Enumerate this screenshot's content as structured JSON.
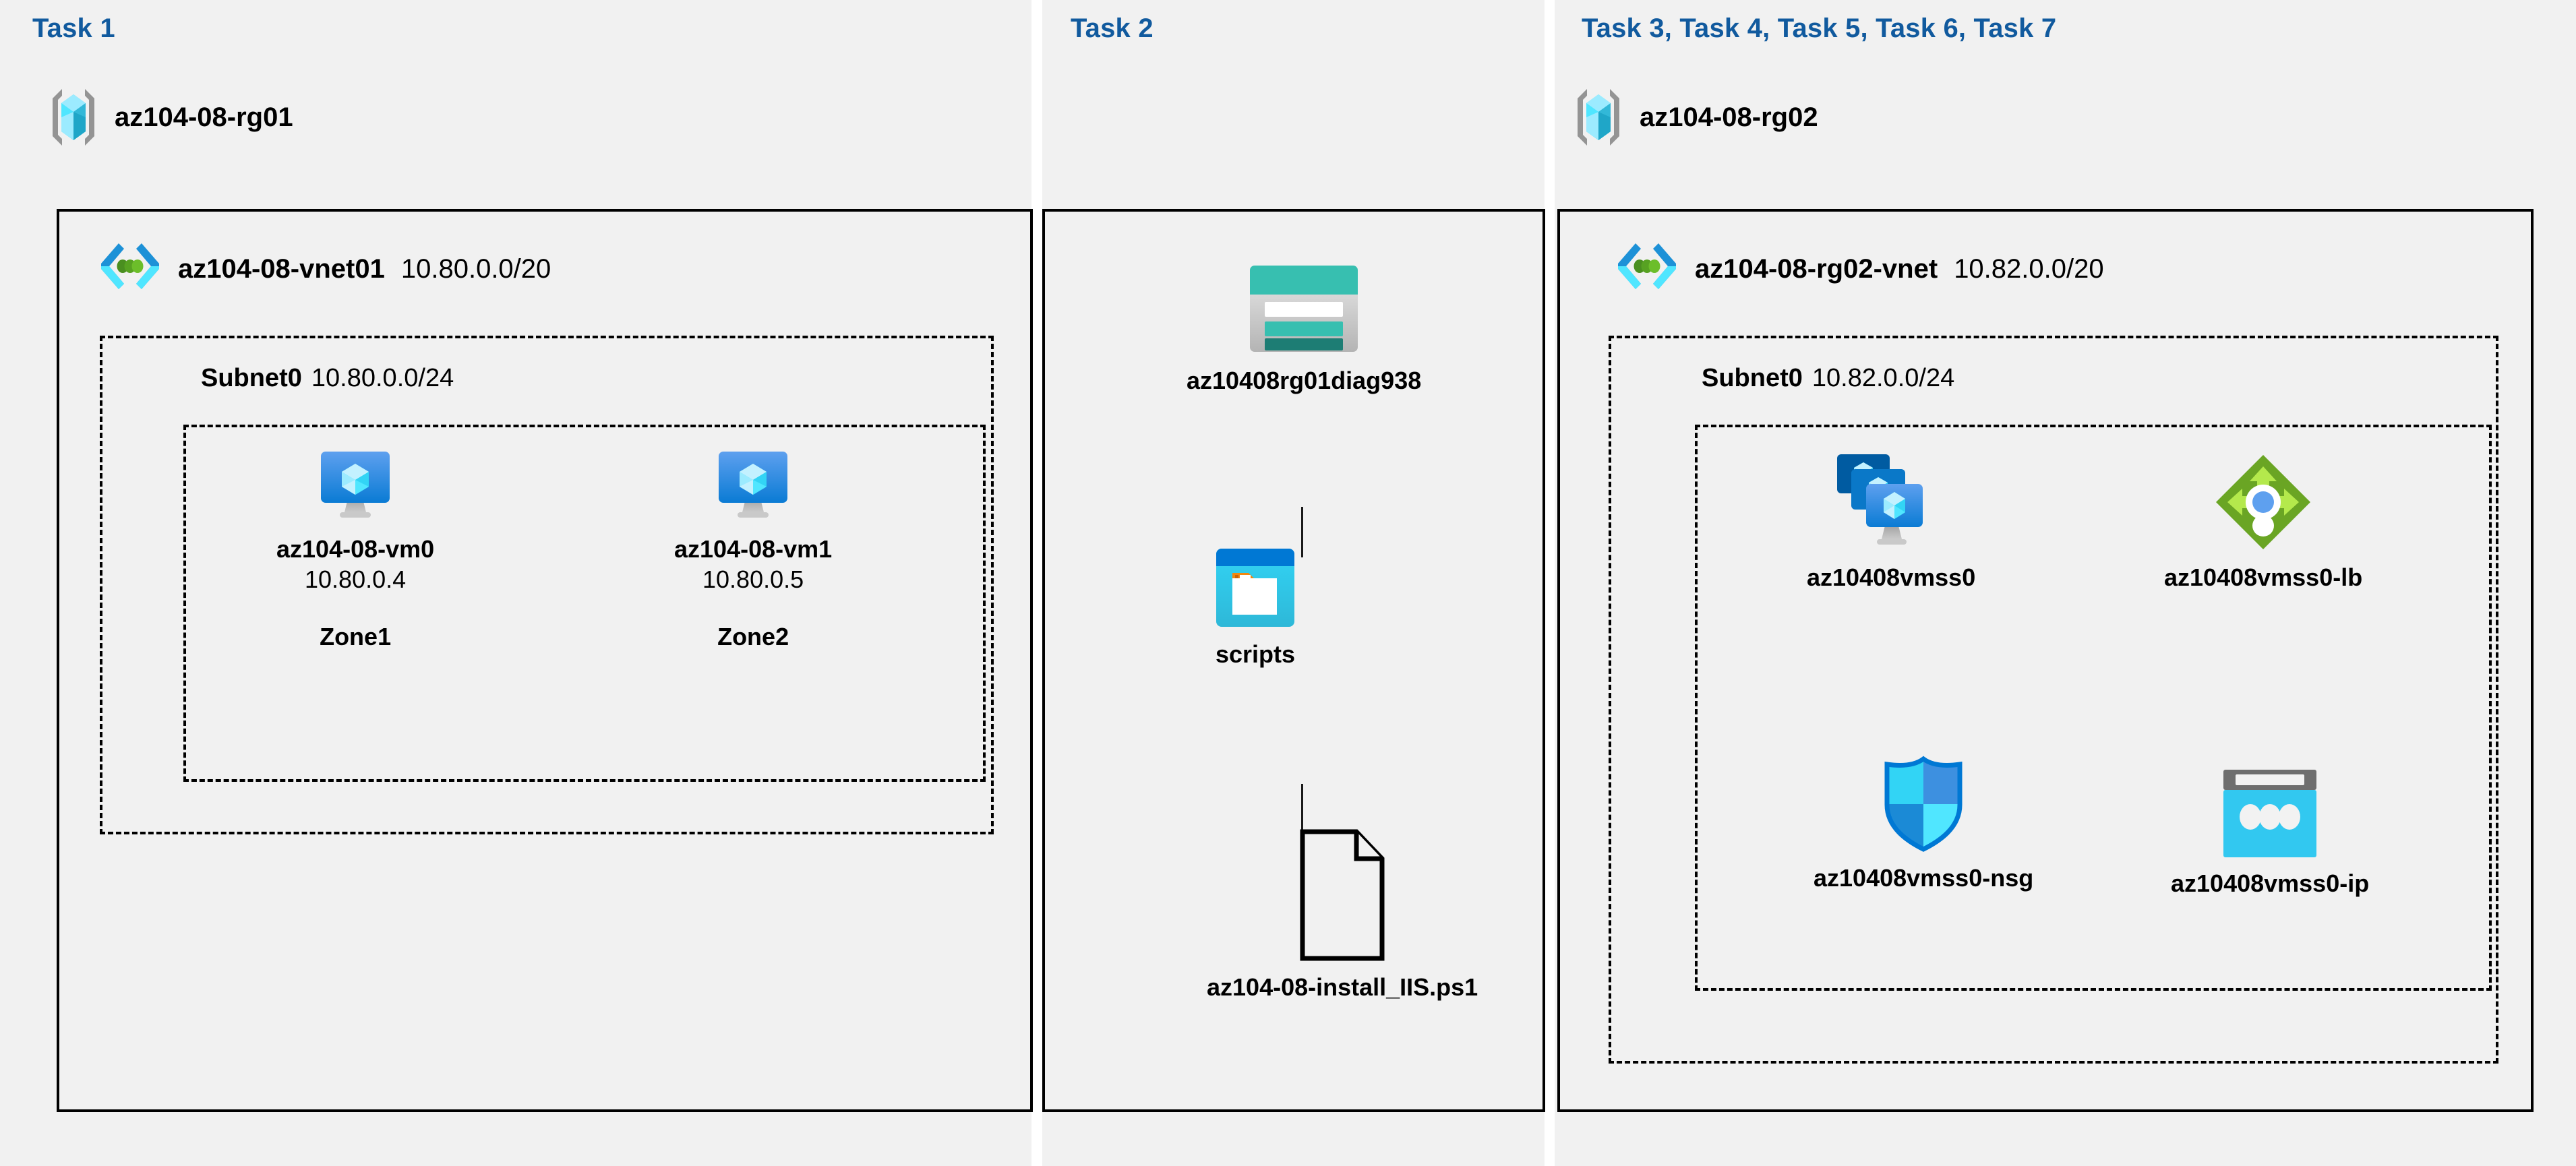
{
  "sections": {
    "task1": {
      "heading": "Task 1",
      "resource_group": {
        "name": "az104-08-rg01",
        "icon": "resource-group-icon"
      },
      "vnet": {
        "name": "az104-08-vnet01",
        "cidr": "10.80.0.0/20",
        "icon": "virtual-network-icon"
      },
      "subnet": {
        "name": "Subnet0",
        "cidr": "10.80.0.0/24"
      },
      "vms": [
        {
          "name": "az104-08-vm0",
          "ip": "10.80.0.4",
          "zone": "Zone1",
          "icon": "virtual-machine-icon"
        },
        {
          "name": "az104-08-vm1",
          "ip": "10.80.0.5",
          "zone": "Zone2",
          "icon": "virtual-machine-icon"
        }
      ]
    },
    "task2": {
      "heading": "Task 2",
      "storage_account": {
        "name": "az10408rg01diag938",
        "icon": "storage-account-icon"
      },
      "container": {
        "name": "scripts",
        "icon": "blob-container-icon"
      },
      "file": {
        "name": "az104-08-install_IIS.ps1",
        "icon": "file-document-icon"
      }
    },
    "task3": {
      "heading": "Task 3, Task 4, Task 5, Task 6, Task 7",
      "resource_group": {
        "name": "az104-08-rg02",
        "icon": "resource-group-icon"
      },
      "vnet": {
        "name": "az104-08-rg02-vnet",
        "cidr": "10.82.0.0/20",
        "icon": "virtual-network-icon"
      },
      "subnet": {
        "name": "Subnet0",
        "cidr": "10.82.0.0/24"
      },
      "resources": [
        {
          "name": "az10408vmss0",
          "icon": "vm-scale-set-icon"
        },
        {
          "name": "az10408vmss0-lb",
          "icon": "load-balancer-icon"
        },
        {
          "name": "az10408vmss0-nsg",
          "icon": "network-security-group-icon"
        },
        {
          "name": "az10408vmss0-ip",
          "icon": "public-ip-address-icon"
        }
      ]
    }
  },
  "colors": {
    "task_heading": "#115a9e",
    "panel_background": "#f1f1f1",
    "page_background": "#ffffff",
    "border": "#000000",
    "azure_blue": "#0078d4",
    "azure_cyan": "#32c8f0",
    "storage_teal": "#32bcad",
    "lb_green": "#6aa524",
    "vmss_dark_blue": "#005ba1"
  }
}
